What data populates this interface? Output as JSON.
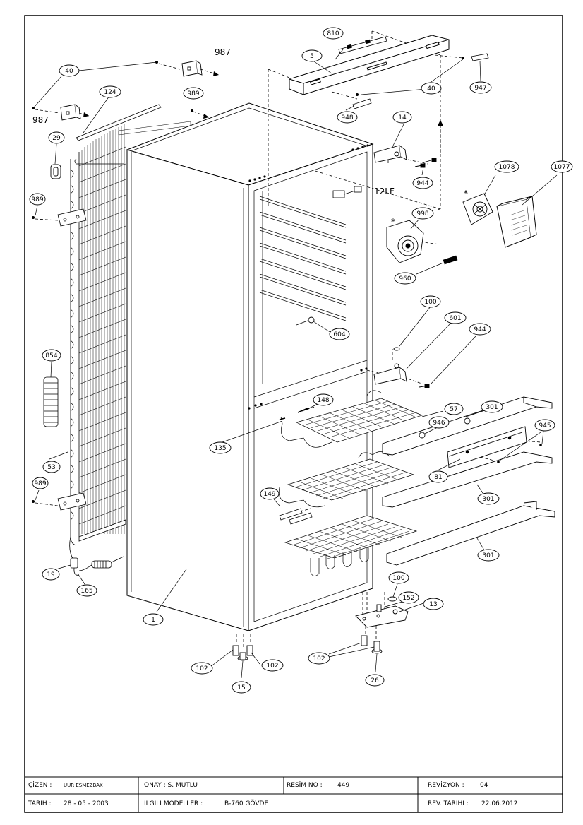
{
  "callouts": [
    {
      "id": "c810",
      "label": "810"
    },
    {
      "id": "c5",
      "label": "5"
    },
    {
      "id": "c947",
      "label": "947"
    },
    {
      "id": "c40a",
      "label": "40"
    },
    {
      "id": "c40b",
      "label": "40"
    },
    {
      "id": "c948",
      "label": "948"
    },
    {
      "id": "c14",
      "label": "14"
    },
    {
      "id": "c944a",
      "label": "944"
    },
    {
      "id": "c124",
      "label": "124"
    },
    {
      "id": "c989a",
      "label": "989"
    },
    {
      "id": "c29",
      "label": "29"
    },
    {
      "id": "c989b",
      "label": "989"
    },
    {
      "id": "c1078",
      "label": "1078"
    },
    {
      "id": "c1077",
      "label": "1077"
    },
    {
      "id": "c998",
      "label": "998"
    },
    {
      "id": "c960",
      "label": "960"
    },
    {
      "id": "c100a",
      "label": "100"
    },
    {
      "id": "c601",
      "label": "601"
    },
    {
      "id": "c944b",
      "label": "944"
    },
    {
      "id": "c604",
      "label": "604"
    },
    {
      "id": "c854",
      "label": "854"
    },
    {
      "id": "c148",
      "label": "148"
    },
    {
      "id": "c57",
      "label": "57"
    },
    {
      "id": "c301a",
      "label": "301"
    },
    {
      "id": "c946",
      "label": "946"
    },
    {
      "id": "c945",
      "label": "945"
    },
    {
      "id": "c135",
      "label": "135"
    },
    {
      "id": "c53",
      "label": "53"
    },
    {
      "id": "c81",
      "label": "81"
    },
    {
      "id": "c989c",
      "label": "989"
    },
    {
      "id": "c149",
      "label": "149"
    },
    {
      "id": "c301b",
      "label": "301"
    },
    {
      "id": "c301c",
      "label": "301"
    },
    {
      "id": "c19",
      "label": "19"
    },
    {
      "id": "c165",
      "label": "165"
    },
    {
      "id": "c100b",
      "label": "100"
    },
    {
      "id": "c152",
      "label": "152"
    },
    {
      "id": "c13",
      "label": "13"
    },
    {
      "id": "c1",
      "label": "1"
    },
    {
      "id": "c102a",
      "label": "102"
    },
    {
      "id": "c102b",
      "label": "102"
    },
    {
      "id": "c15",
      "label": "15"
    },
    {
      "id": "c102c",
      "label": "102"
    },
    {
      "id": "c26",
      "label": "26"
    }
  ],
  "plain_labels": {
    "l987a": "987",
    "l987b": "987",
    "l12lf": "12LF",
    "star_a": "*",
    "star_b": "*"
  },
  "title_block": {
    "drawn_label": "ÇİZEN :",
    "drawn_value": "UUR ESMEZBAK",
    "approved": "ONAY : S. MUTLU",
    "drawing_no_label": "RESİM NO :",
    "drawing_no_value": "449",
    "revision_label": "REVİZYON :",
    "revision_value": "04",
    "date_label": "TARİH :",
    "date_value": "28 - 05 - 2003",
    "models_label": "İLGİLİ MODELLER :",
    "models_value": "B-760 GÖVDE",
    "rev_date_label": "REV. TARİHİ :",
    "rev_date_value": "22.06.2012"
  }
}
